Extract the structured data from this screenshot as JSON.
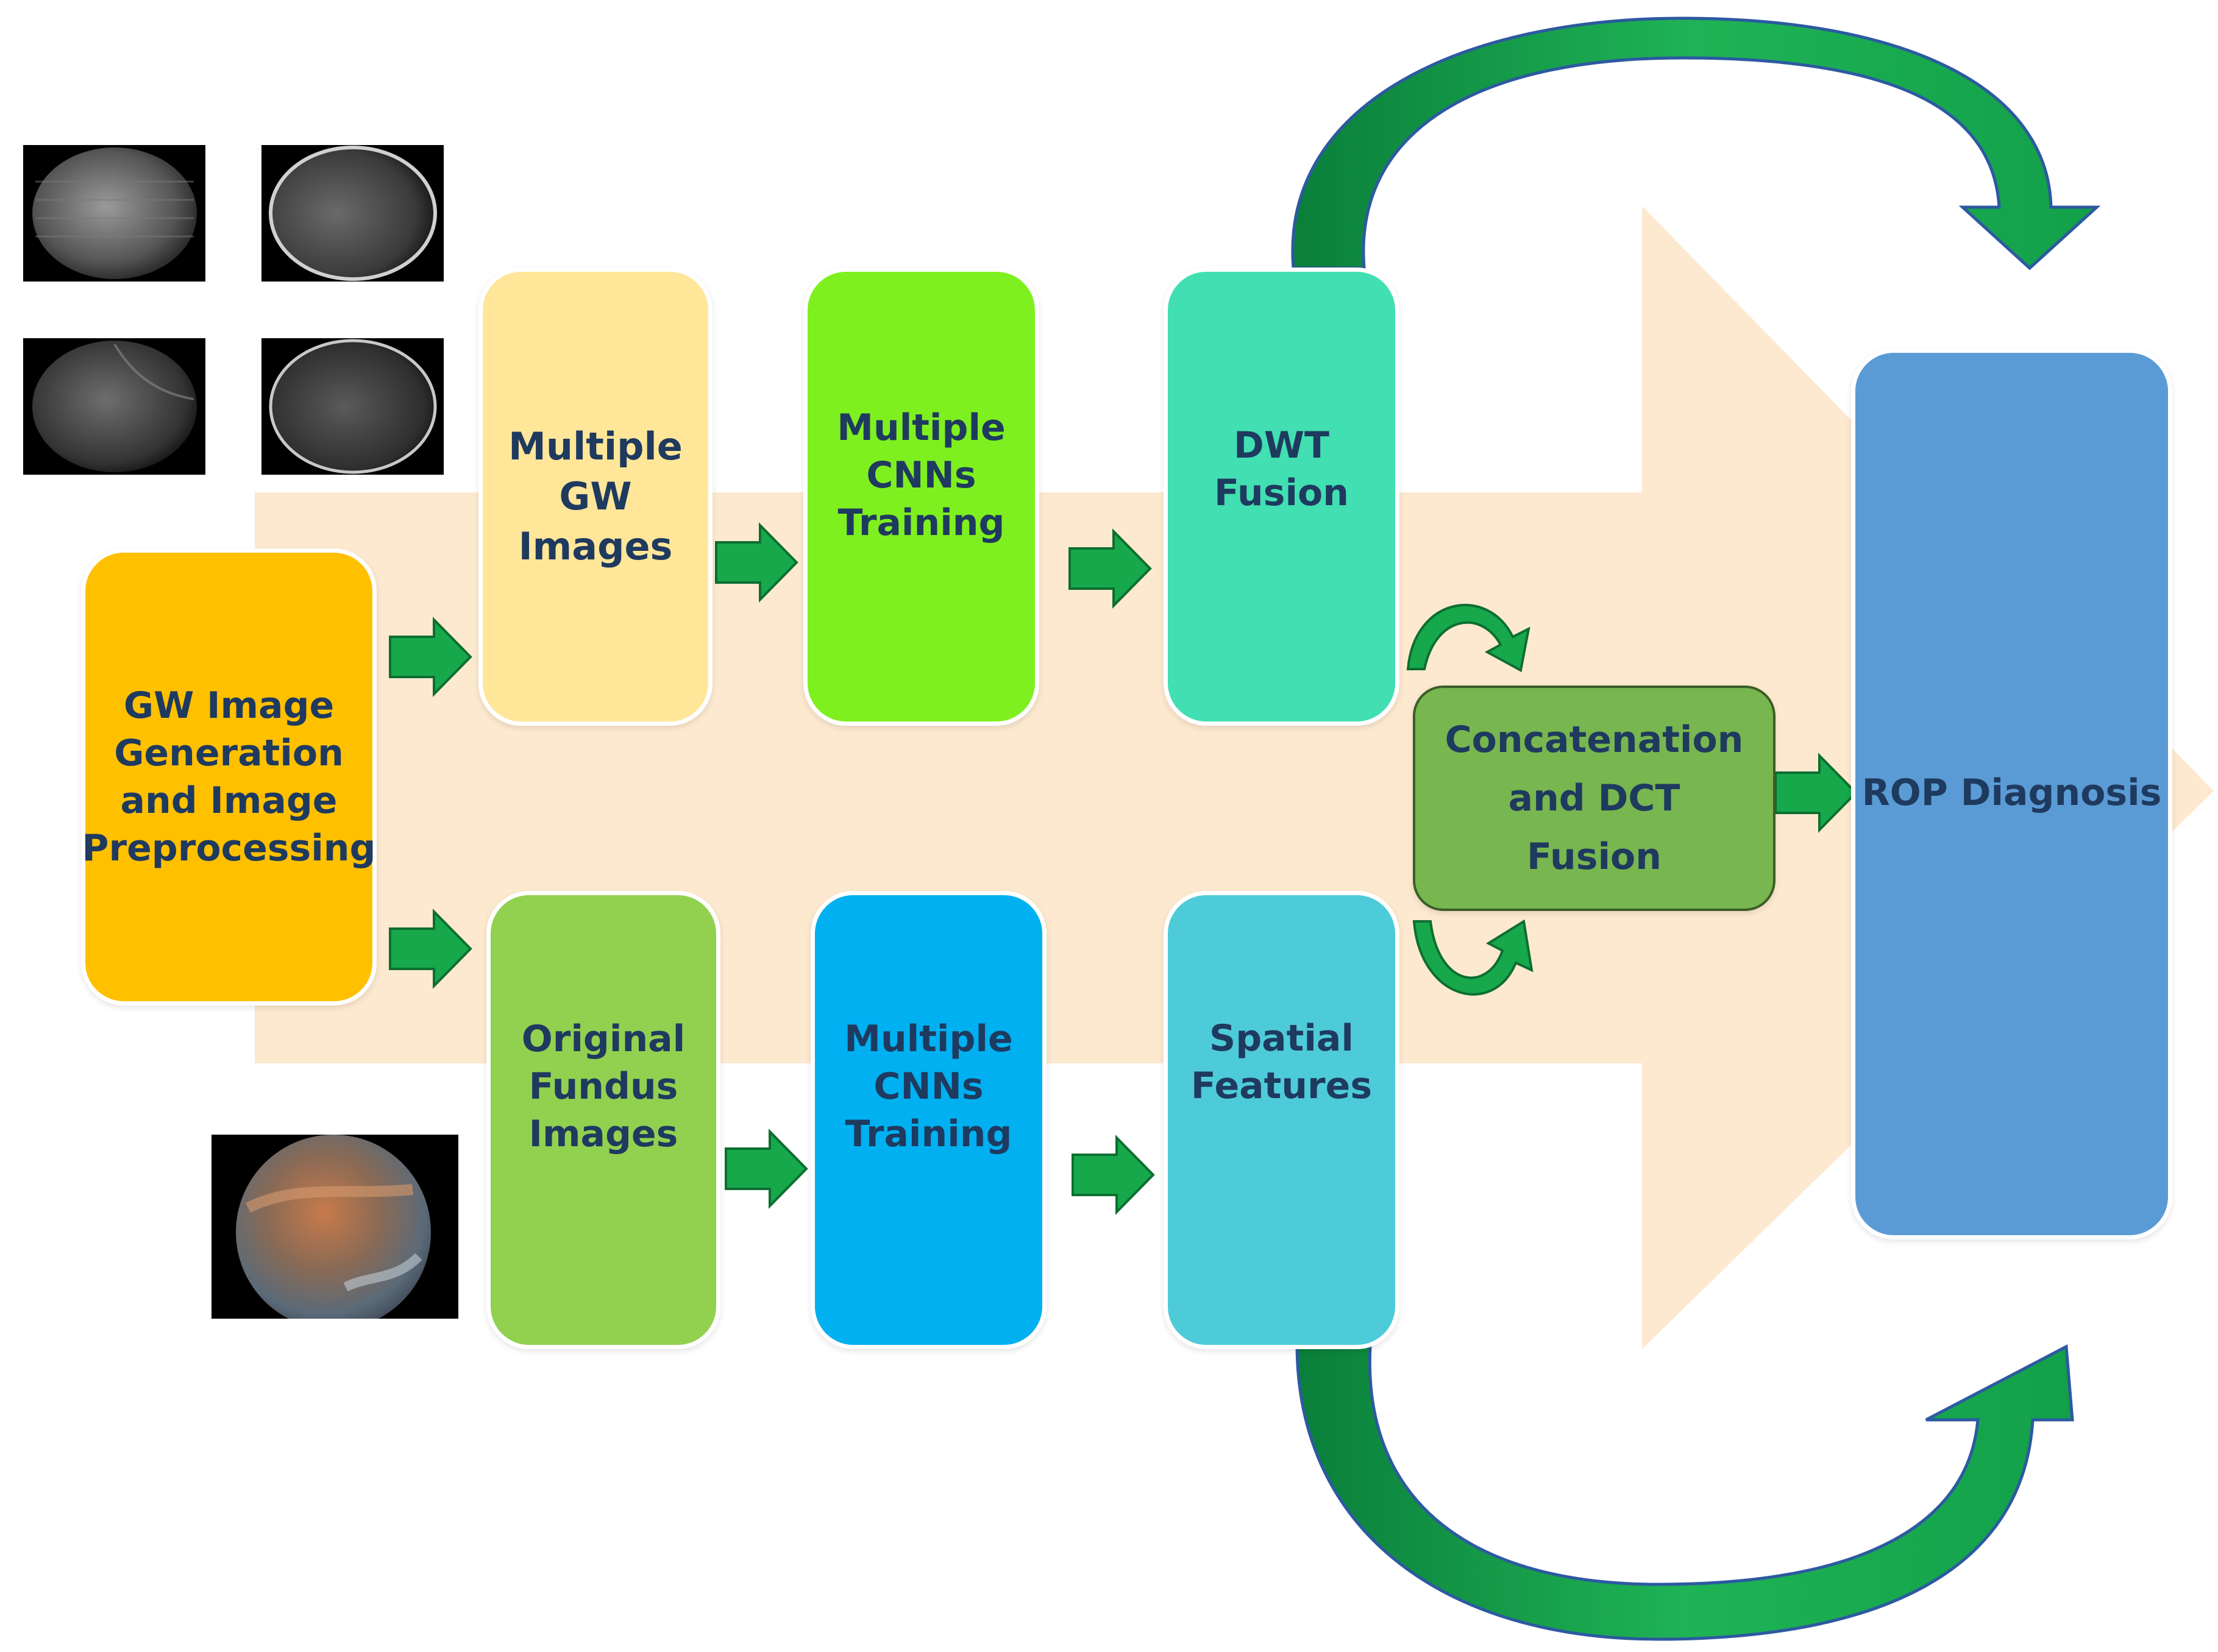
{
  "diagram": {
    "colors": {
      "background_arrow": "#fde9cf",
      "small_arrow": "#17a84c",
      "small_arrow_edge": "#0d6e31",
      "big_arrow": "#1aa94b",
      "big_arrow_edge": "#2c5aa0",
      "text": "#1f3a5f"
    },
    "nodes": {
      "preprocess": {
        "label": "GW Image\nGeneration\nand Image\nPreprocessing",
        "color": "#ffc000"
      },
      "gw_images": {
        "label": "Multiple\nGW\nImages",
        "color": "#ffe699"
      },
      "cnn_top": {
        "label": "Multiple\nCNNs\nTraining",
        "color": "#7ff01f"
      },
      "dwt": {
        "label": "DWT\nFusion",
        "color": "#41dfb1"
      },
      "fundus": {
        "label": "Original\nFundus\nImages",
        "color": "#92d050"
      },
      "cnn_bottom": {
        "label": "Multiple\nCNNs\nTraining",
        "color": "#00b0f0"
      },
      "spatial": {
        "label": "Spatial\nFeatures",
        "color": "#4ecbd8"
      },
      "concat": {
        "label": "Concatenation\nand DCT\nFusion",
        "color": "#78b64f"
      },
      "rop": {
        "label": "ROP Diagnosis",
        "color": "#5b9bd5"
      }
    },
    "images": [
      {
        "name": "gw-image-1",
        "kind": "grayscale-fundus"
      },
      {
        "name": "gw-image-2",
        "kind": "grayscale-fundus"
      },
      {
        "name": "gw-image-3",
        "kind": "grayscale-fundus"
      },
      {
        "name": "gw-image-4",
        "kind": "grayscale-fundus"
      },
      {
        "name": "fundus-photo",
        "kind": "color-fundus"
      }
    ]
  }
}
